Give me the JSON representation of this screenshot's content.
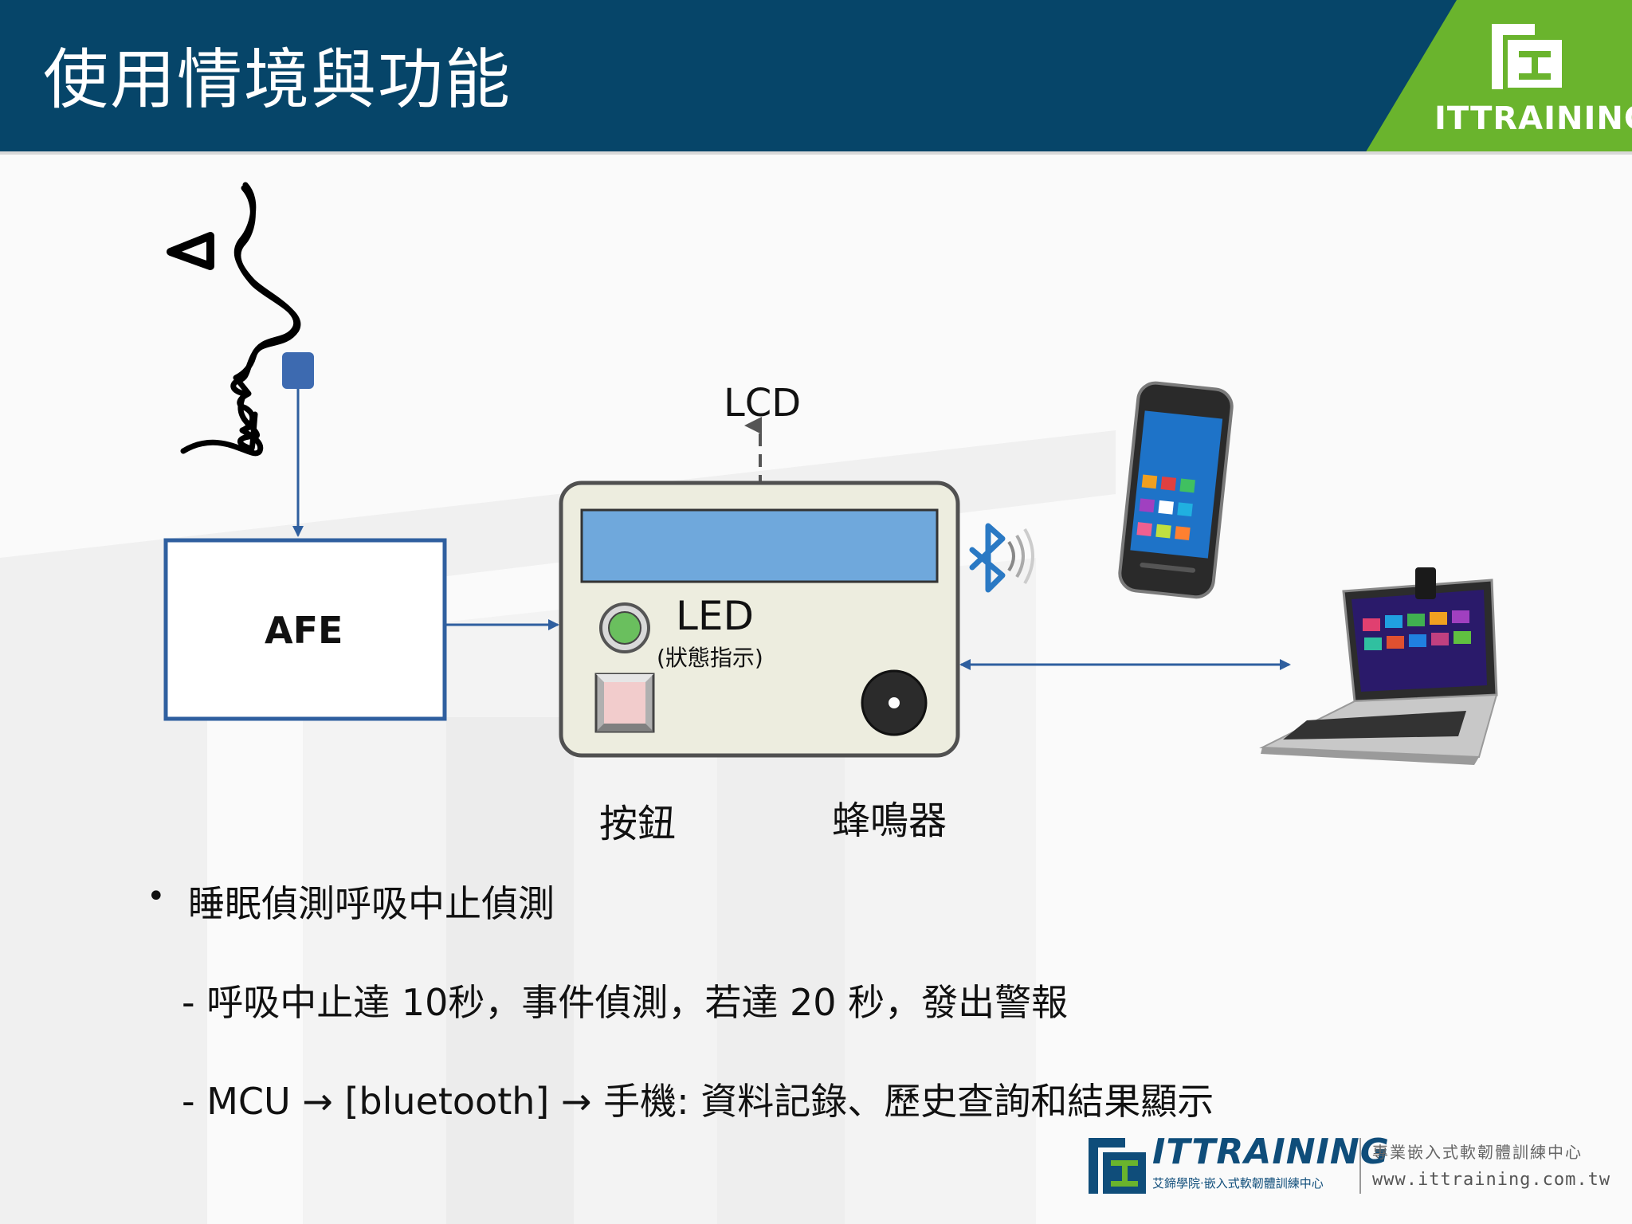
{
  "header": {
    "title": "使用情境與功能",
    "logo_text": "ITTRAINING",
    "bg_color": "#064569",
    "accent_color": "#6ab42d"
  },
  "diagram": {
    "afe_label": "AFE",
    "lcd_label": "LCD",
    "led_label": "LED",
    "led_sub_label": "(狀態指示)",
    "button_label": "按鈕",
    "buzzer_label": "蜂鳴器",
    "colors": {
      "line": "#2f5f9f",
      "lcd_screen": "#6fa8dc",
      "device_body": "#ededdf",
      "led": "#6abf5e",
      "button": "#f2cccc",
      "bluetooth": "#2a79c4"
    }
  },
  "bullets": {
    "main": "睡眠偵測呼吸中止偵測",
    "sub1": "- 呼吸中止達 10秒，事件偵測，若達 20 秒，發出警報",
    "sub2": "- MCU → [bluetooth] → 手機: 資料記錄、歷史查詢和結果顯示"
  },
  "footer": {
    "brand": "ITTRAINING",
    "brand_sub": "艾鍗學院‧嵌入式軟韌體訓練中心",
    "right_top": "專業嵌入式軟韌體訓練中心",
    "url": "www.ittraining.com.tw"
  }
}
